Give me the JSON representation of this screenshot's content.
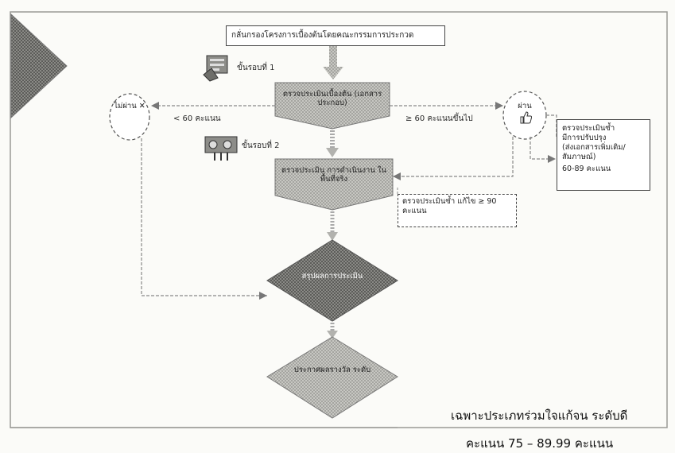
{
  "top_box": {
    "text": "กลั่นกรองโครงการเบื้องต้นโดยคณะกรรมการประกวด"
  },
  "steps": {
    "round1": "ขั้นรอบที่ 1",
    "round2": "ขั้นรอบที่ 2"
  },
  "process1": {
    "text": "ตรวจประเมินเบื้องต้น (เอกสารประกอบ)"
  },
  "process2": {
    "text": "ตรวจประเมิน การดำเนินงาน ในพื้นที่จริง"
  },
  "circle_left": {
    "text": "ไม่ผ่าน ✕"
  },
  "circle_right": {
    "text": "ผ่าน"
  },
  "edge_labels": {
    "left": "< 60 คะแนน",
    "right": "≥ 60 คะแนนขึ้นไป"
  },
  "note_box": {
    "text": "ตรวจประเมินซ้ำ แก้ไข ≥ 90 คะแนน"
  },
  "right_box": {
    "line1": "ตรวจประเมินซ้ำ",
    "line2": "มีการปรับปรุง",
    "line3": "(ส่งเอกสารเพิ่มเติม/",
    "line4": "สัมภาษณ์)",
    "line5": "60-89 คะแนน"
  },
  "diamond1": {
    "text": "สรุปผลการประเมิน"
  },
  "diamond2": {
    "text": "ประกาศผลรางวัล ระดับ"
  },
  "footer": {
    "line1": "เฉพาะประเภทร่วมใจแก้จน ระดับดี",
    "line2": "คะแนน 75 – 89.99 คะแนน"
  },
  "colors": {
    "shape_fill": "#b9b9b4",
    "dark_shape_fill": "#7e7e7a",
    "arrow": "#9a9a96",
    "line": "#555555"
  }
}
